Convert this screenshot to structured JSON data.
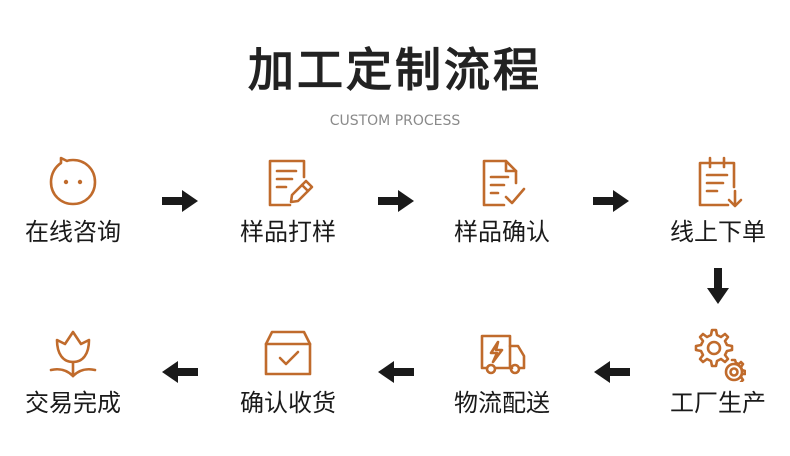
{
  "header": {
    "title": "加工定制流程",
    "subtitle": "CUSTOM PROCESS"
  },
  "colors": {
    "icon": "#c06b2c",
    "arrow": "#1a1a1a",
    "text": "#1a1a1a"
  },
  "steps": [
    {
      "label": "在线咨询",
      "icon": "chat-face-icon"
    },
    {
      "label": "样品打样",
      "icon": "document-edit-icon"
    },
    {
      "label": "样品确认",
      "icon": "document-check-icon"
    },
    {
      "label": "线上下单",
      "icon": "clipboard-download-icon"
    },
    {
      "label": "工厂生产",
      "icon": "gears-icon"
    },
    {
      "label": "物流配送",
      "icon": "delivery-truck-icon"
    },
    {
      "label": "确认收货",
      "icon": "box-check-icon"
    },
    {
      "label": "交易完成",
      "icon": "lotus-icon"
    }
  ]
}
